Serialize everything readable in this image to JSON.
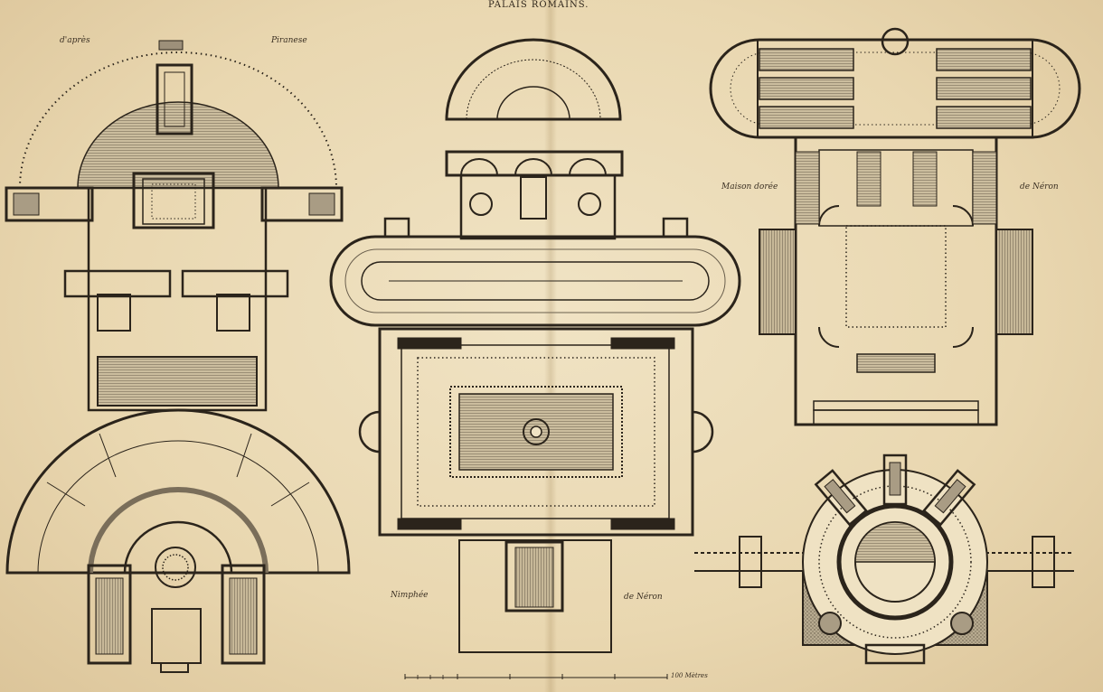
{
  "plate": {
    "title": "PALAIS ROMAINS.",
    "paper_color": "#ead9b4",
    "ink_color": "#2b241b",
    "captions": {
      "left_top_left": "d'après",
      "left_top_right": "Piranese",
      "right_top_left": "Maison dorée",
      "right_top_right": "de Néron",
      "center_bottom_left": "Nimphée",
      "center_bottom_right": "de Néron"
    },
    "scale": {
      "label": "100 Mètres"
    }
  }
}
